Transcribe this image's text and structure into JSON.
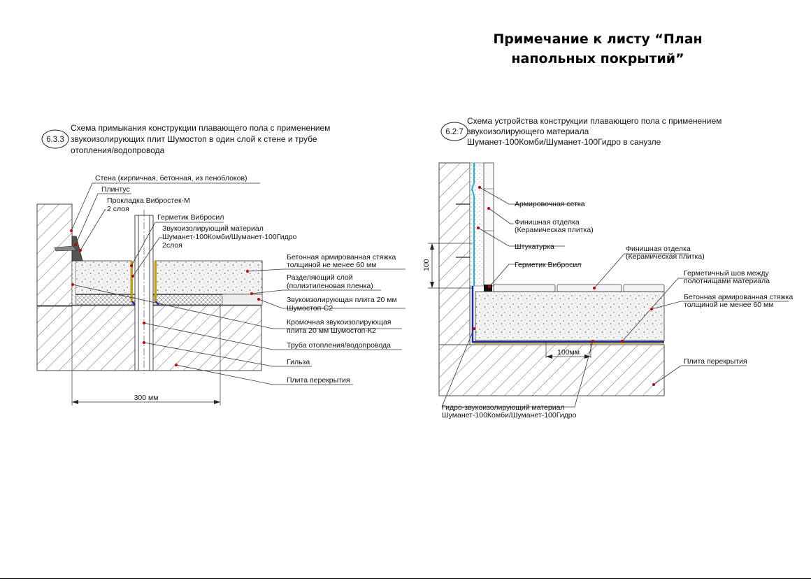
{
  "title": {
    "line1": "Примечание к листу  “План",
    "line2": "напольных покрытий”"
  },
  "left": {
    "number": "6.3.3",
    "heading": [
      "Схема примыкания конструкции плавающего пола с применением",
      "звукоизолирующих плит Шумостоп в один слой к стене и трубе",
      "отопления/водопровода"
    ],
    "labels": {
      "wall": "Стена (кирпичная, бетонная, из пеноблоков)",
      "skirting": "Плинтус",
      "gasket1": "Прокладка Вибростек-М",
      "gasket2": "2 слоя",
      "sealant": "Герметик Вибросил",
      "sound1": "Звукоизолирующий материал",
      "sound2": "Шуманет-100Комби/Шуманет-100Гидро",
      "sound3": "2слоя",
      "screed1": "Бетонная армированная стяжка",
      "screed2": "толщиной не менее 60 мм",
      "sep1": "Разделяющий слой",
      "sep2": "(полиэтиленовая пленка)",
      "plate1": "Звукоизолирующая плита 20 мм",
      "plate2": "Шумостоп-С2",
      "edge1": "Кромочная звукоизолирующая",
      "edge2": "плита 20 мм Шумостоп-К2",
      "pipe": "Труба отопления/водопровода",
      "sleeve": "Гильза",
      "slab": "Плита перекрытия",
      "dim": "300 мм"
    }
  },
  "right": {
    "number": "6.2.7",
    "heading": [
      "Схема устройства конструкции плавающего пола с применением",
      "звукоизолирующего материала",
      "Шуманет-100Комби/Шуманет-100Гидро в санузле"
    ],
    "labels": {
      "mesh": "Армировочная сетка",
      "finish1": "Финишная отделка",
      "finish2": "(Керамическая плитка)",
      "plaster": "Штукатурка",
      "sealant": "Герметик Вибросил",
      "finishFloor1": "Финишная отделка",
      "finishFloor2": "(Керамическая плитка)",
      "seam1": "Герметичный шов между",
      "seam2": "полотнищами материала",
      "screed1": "Бетонная армированная стяжка",
      "screed2": "толщиной не менее 60 мм",
      "slab": "Плита перекрытия",
      "hydro1": "Гидро-звукоизолирующий материал",
      "hydro2": "Шуманет-100Комби/Шуманет-100Гидро",
      "dim100": "100",
      "dim100mm": "100мм"
    }
  }
}
